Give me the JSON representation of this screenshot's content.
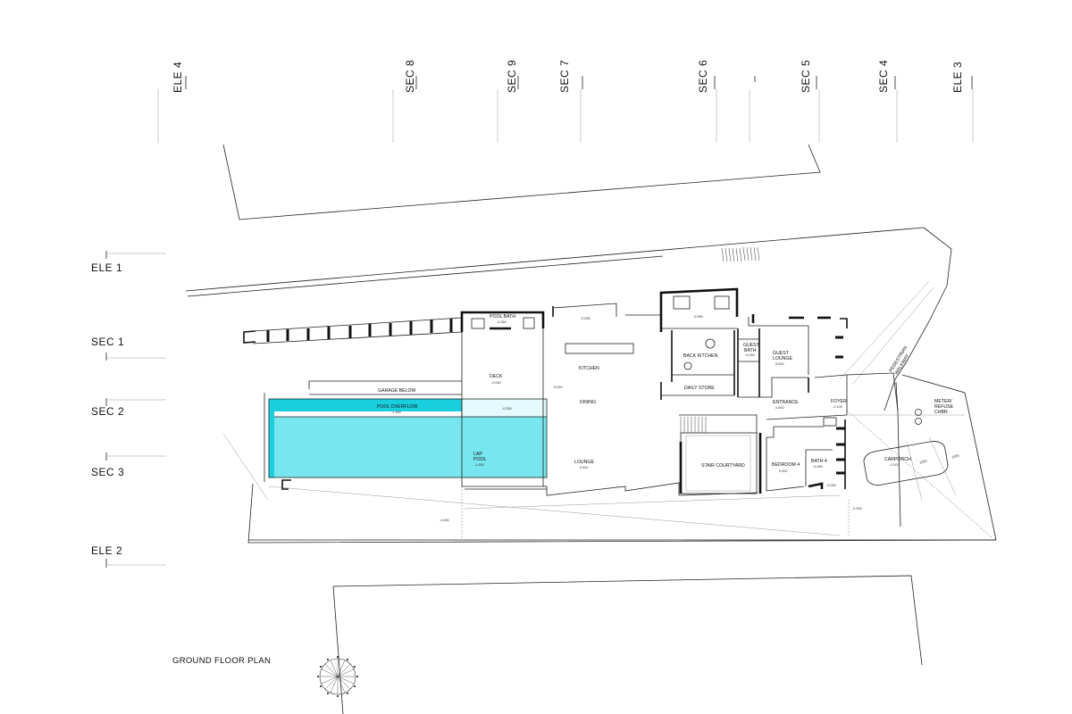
{
  "title": "GROUND FLOOR PLAN",
  "colors": {
    "pool": "#77E6EE",
    "overflow": "#19CFDD",
    "line": "#111111",
    "background": "#FFFFFF"
  },
  "markers": {
    "top": [
      "ELE 4",
      "SEC 8",
      "SEC 9",
      "SEC 7",
      "SEC 6",
      "SEC 5",
      "SEC 4",
      "ELE 3"
    ],
    "left": [
      "ELE 1",
      "SEC 1",
      "SEC 2",
      "SEC 3",
      "ELE 2"
    ]
  },
  "rooms": {
    "pool_bath": "POOL BATH",
    "garage_below": "GARAGE BELOW",
    "pool_overflow": "POOL OVERFLOW",
    "lap_pool": [
      "LAP",
      "POOL"
    ],
    "deck": "DECK",
    "kitchen": "KITCHEN",
    "dining": "DINING",
    "lounge": "LOUNGE",
    "back_kitchen": "BACK KITCHEN",
    "daily_store": "DAILY STORE",
    "guest_bath": [
      "GUEST",
      "BATH"
    ],
    "guest_lounge": [
      "GUEST",
      "LOUNGE"
    ],
    "entrance": "ENTRANCE",
    "foyer": "FOYER",
    "stair_courtyard": "STAIR COURTYARD",
    "bedroom_4": "BEDROOM 4",
    "bath_4": "BATH 4",
    "carporch": "CARPORCH",
    "meter_refuse": [
      "METER/",
      "REFUSE",
      "CHBR"
    ],
    "pedestrian_walkway": [
      "PEDESTRIAN",
      "WALKWAY"
    ]
  },
  "levels": {
    "pool_bath": "-0.050",
    "top_mid": "-0.050",
    "back_kitchen_top": "-0.050",
    "deck": "-0.050",
    "pool_overflow": "-1.350",
    "overflow_deck": "-0.350",
    "lap_pool": "-1.350",
    "kitchen_left": "0.000",
    "lounge": "0.000",
    "guest_bath": "-0.050",
    "guest_lounge": "0.000",
    "entrance": "0.000",
    "foyer": "-0.100",
    "bath4_a": "-0.050",
    "bath4_b": "-0.050",
    "bedroom_4": "0.000",
    "carporch": "-0.200",
    "bottom_left": "-4.050",
    "bottom_right": "-0.300"
  },
  "dimensions": {
    "carport_a": "2300",
    "carport_b": "2350"
  }
}
